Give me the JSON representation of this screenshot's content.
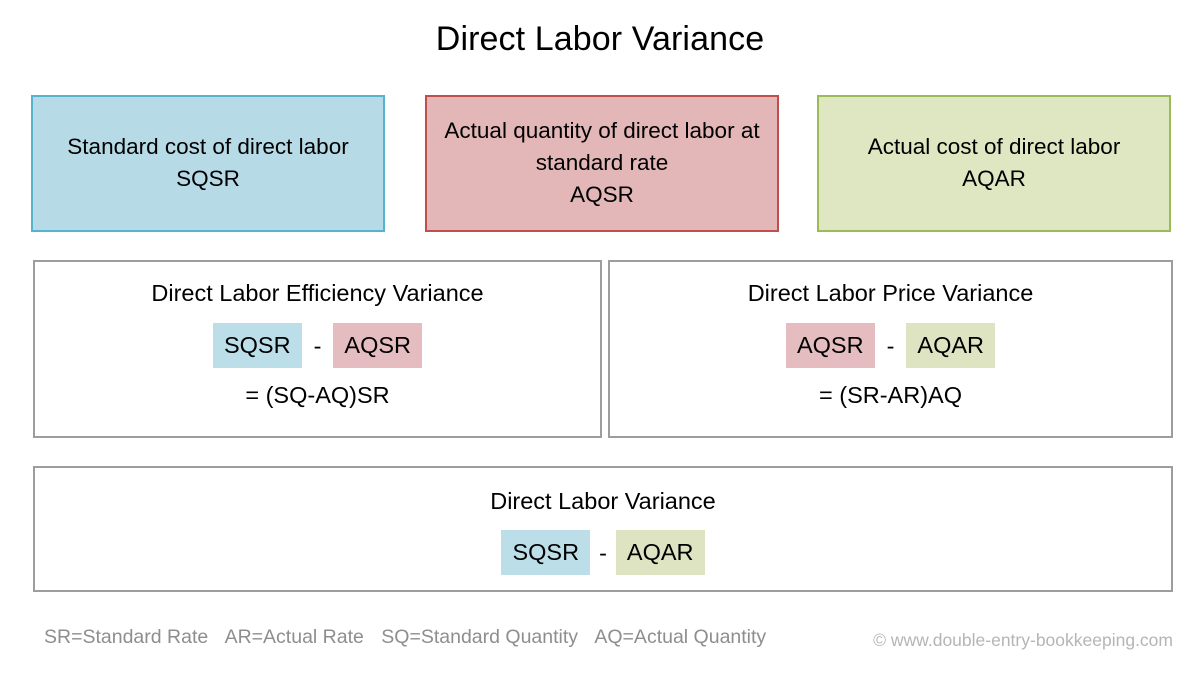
{
  "title": "Direct Labor Variance",
  "colors": {
    "blue_fill": "#b6dbe7",
    "blue_border": "#55b3cc",
    "pink_fill": "#e3b7b7",
    "pink_border": "#bf4f4c",
    "green_fill": "#dee7c1",
    "green_border": "#9bbb59",
    "panel_border": "#9d9d9d",
    "chip_blue": "#bcdee9",
    "chip_pink": "#e5bdc0",
    "chip_green": "#dee3c1",
    "legend_text": "#8e8e8e",
    "credit_text": "#b5b5b5"
  },
  "components": [
    {
      "id": "sqsr",
      "description": "Standard cost of direct labor",
      "code": "SQSR",
      "color": "blue"
    },
    {
      "id": "aqsr",
      "description": "Actual quantity of direct labor at standard rate",
      "code": "AQSR",
      "color": "pink"
    },
    {
      "id": "aqar",
      "description": "Actual cost of direct labor",
      "code": "AQAR",
      "color": "green"
    }
  ],
  "panels": {
    "efficiency": {
      "title": "Direct Labor Efficiency Variance",
      "left_chip": "SQSR",
      "operator": "-",
      "right_chip": "AQSR",
      "result": "= (SQ-AQ)SR"
    },
    "price": {
      "title": "Direct Labor Price Variance",
      "left_chip": "AQSR",
      "operator": "-",
      "right_chip": "AQAR",
      "result": "= (SR-AR)AQ"
    },
    "total": {
      "title": "Direct Labor Variance",
      "left_chip": "SQSR",
      "operator": "-",
      "right_chip": "AQAR"
    }
  },
  "legend": [
    "SR=Standard Rate",
    "AR=Actual Rate",
    "SQ=Standard Quantity",
    "AQ=Actual Quantity"
  ],
  "credit": "© www.double-entry-bookkeeping.com"
}
